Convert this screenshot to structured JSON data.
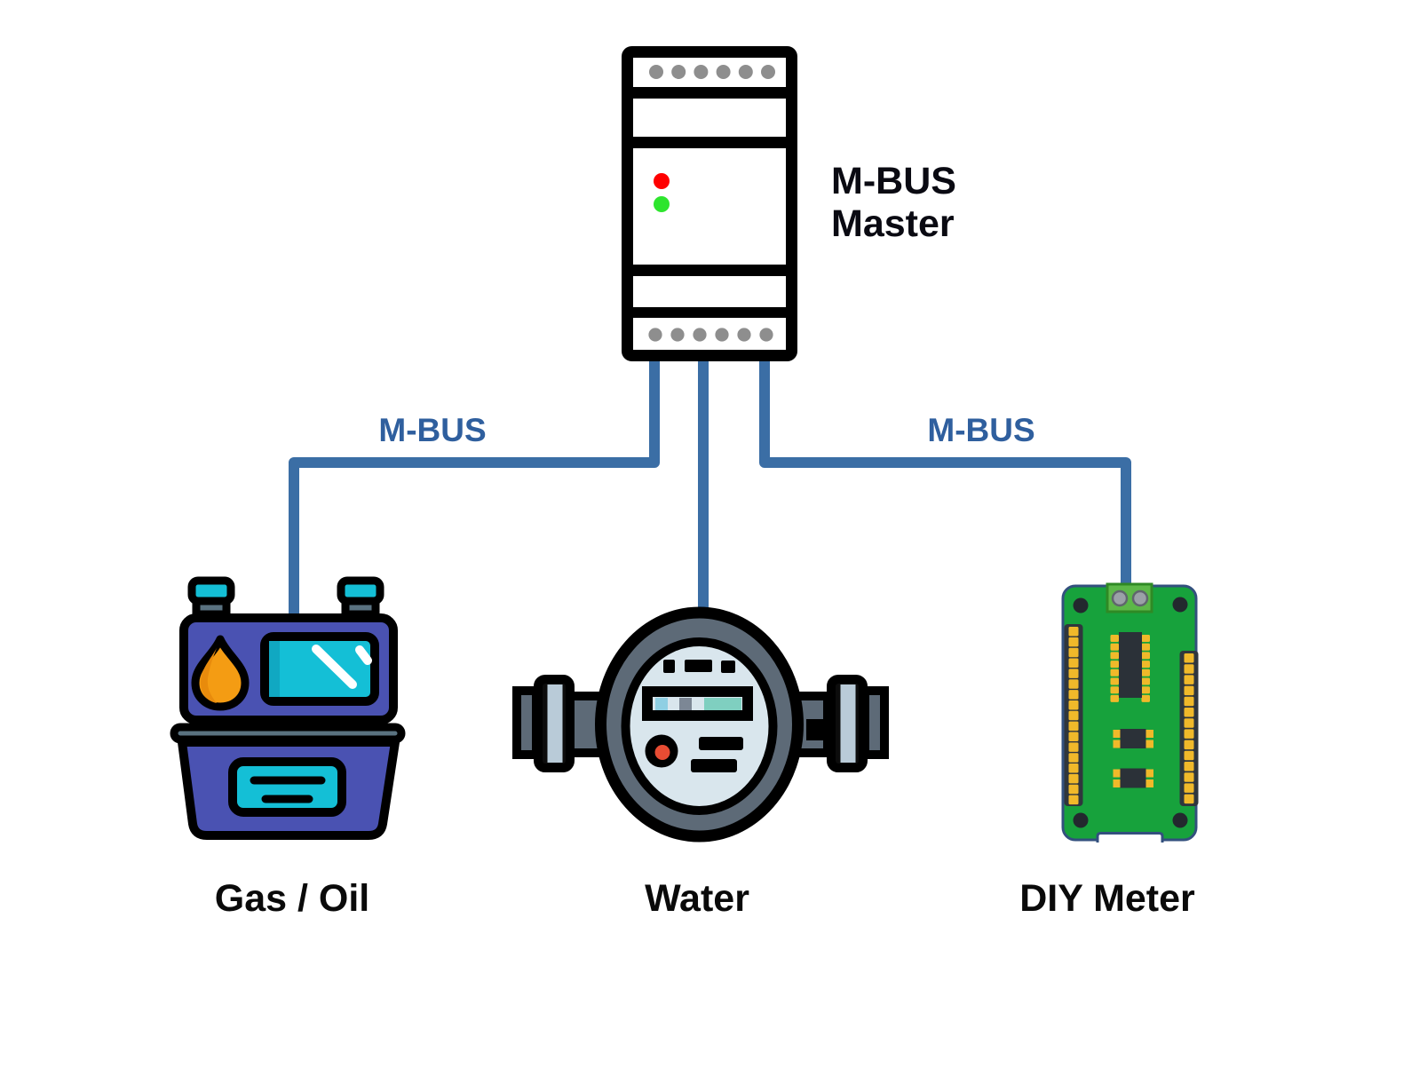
{
  "diagram": {
    "background": "#ffffff",
    "master": {
      "label_line1": "M-BUS",
      "label_line2": "Master",
      "terminal_dots_top": 6,
      "terminal_dots_bottom": 6,
      "led_red": "#ff0000",
      "led_green": "#2ee52e"
    },
    "connections": {
      "left_bus_label": "M-BUS",
      "right_bus_label": "M-BUS"
    },
    "devices": {
      "gas": {
        "label": "Gas / Oil"
      },
      "water": {
        "label": "Water"
      },
      "diy": {
        "label": "DIY Meter",
        "left_pad_count": 17,
        "right_pad_count": 14,
        "ic_pins_per_side": 8,
        "terminal_screw_count": 2
      }
    },
    "colors": {
      "wire": "#3b6ea5",
      "bus_label_text": "#2f5f9e",
      "outline_black": "#000000",
      "terminal_dot_gray": "#8e8e8e",
      "gas_body_blue": "#4a52b2",
      "gas_cyan": "#14bfd6",
      "gas_cyan_dark": "#10a8c2",
      "gas_orange": "#f49c13",
      "gas_orange_dark": "#e88b0c",
      "gas_band_gray": "#5a7280",
      "meter_slate_gray": "#5d6a77",
      "water_face": "#d9e6ed",
      "water_flange_strip": "#b9cbd8",
      "water_light_blue": "#8fcfe3",
      "water_gray_square": "#7c8795",
      "water_teal": "#7fcfc0",
      "water_red": "#e84c33",
      "pcb_green": "#17a23c",
      "pcb_outline": "#33507e",
      "pcb_terminal_green": "#5cb848",
      "pcb_dark_part": "#2f363d",
      "pad_yellow": "#f0b92a",
      "label_text": "#0a0a0a"
    }
  }
}
